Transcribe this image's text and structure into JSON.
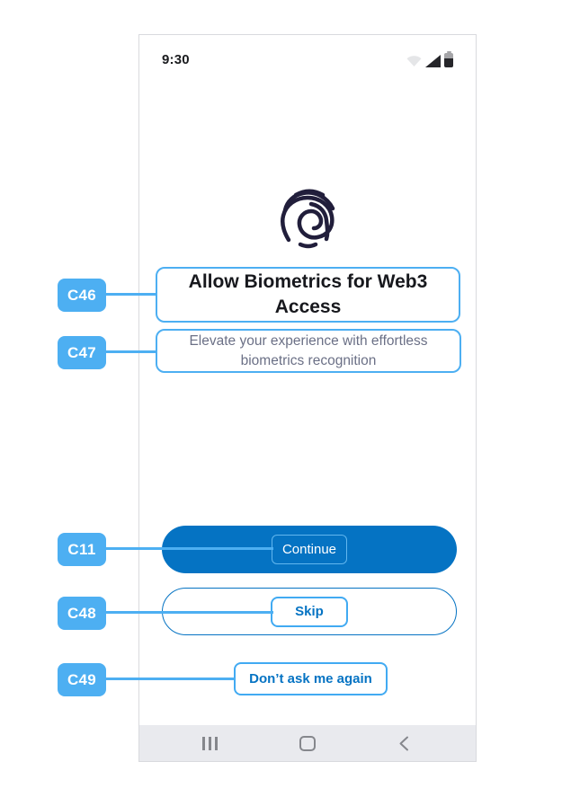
{
  "annotations": {
    "color": "#4DAFF2",
    "labels": [
      {
        "id": "C46",
        "target": "title"
      },
      {
        "id": "C47",
        "target": "subtitle"
      },
      {
        "id": "C11",
        "target": "continue-button"
      },
      {
        "id": "C48",
        "target": "skip-button"
      },
      {
        "id": "C49",
        "target": "dont-ask-link"
      }
    ]
  },
  "phone": {
    "status_bar": {
      "time": "9:30",
      "icons": [
        "wifi-icon",
        "signal-icon",
        "battery-icon"
      ]
    },
    "content": {
      "icon": "fingerprint-icon",
      "title": "Allow Biometrics for Web3 Access",
      "subtitle": "Elevate your experience with effortless biometrics recognition",
      "continue_label": "Continue",
      "skip_label": "Skip",
      "dont_ask_label": "Don’t ask me again"
    },
    "nav_bar": {
      "icons": [
        "recents-icon",
        "home-icon",
        "back-icon"
      ]
    }
  },
  "colors": {
    "annotation_blue": "#4DAFF2",
    "primary_blue": "#0573C3",
    "title_text": "#17181D",
    "subtitle_text": "#6B7086",
    "fingerprint": "#211E3B",
    "navbar_bg": "#E9EAEE",
    "navbar_icon": "#85878C"
  }
}
